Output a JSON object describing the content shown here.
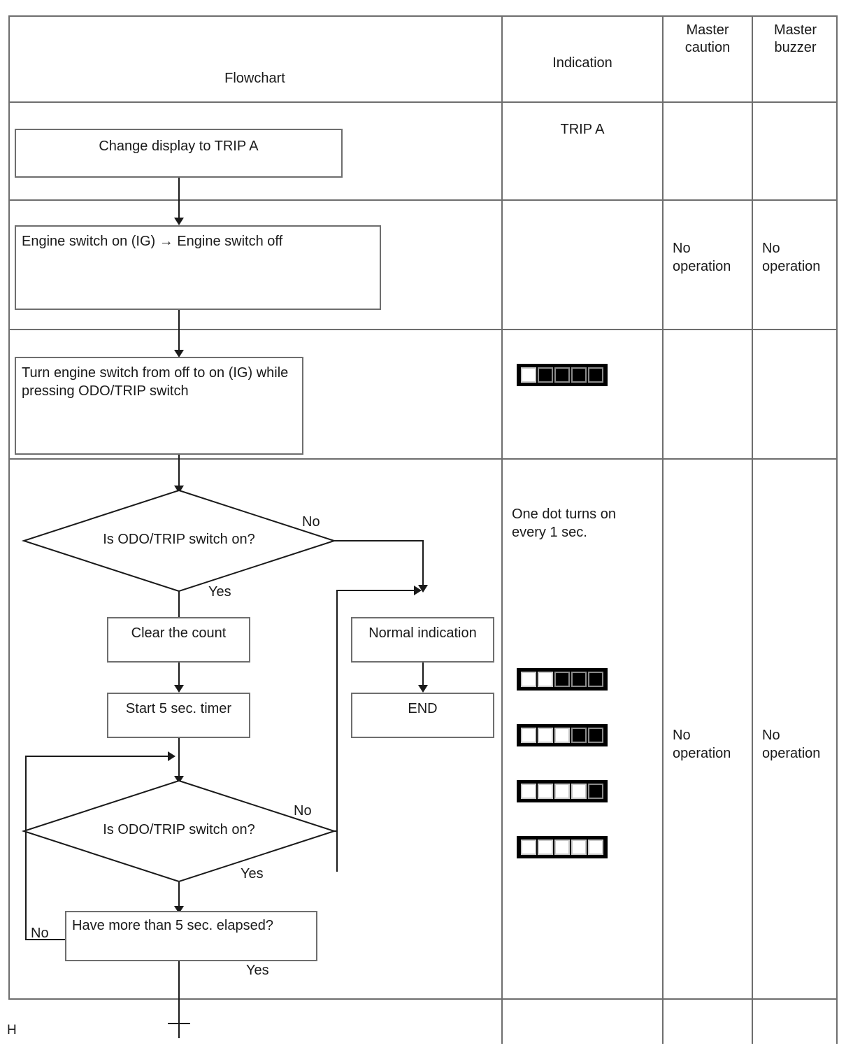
{
  "page": {
    "mark": "H"
  },
  "table": {
    "headers": [
      {
        "key": "flowchart",
        "label": "Flowchart"
      },
      {
        "key": "indication",
        "label": "Indication"
      },
      {
        "key": "master_caution",
        "label": "Master\ncaution"
      },
      {
        "key": "master_buzzer",
        "label": "Master\nbuzzer"
      }
    ],
    "rows": [
      {
        "indication": "TRIP A",
        "master_caution": "",
        "master_buzzer": ""
      },
      {
        "indication": "",
        "master_caution": "No\noperation",
        "master_buzzer": "No\noperation"
      },
      {
        "indication": "",
        "master_caution": "",
        "master_buzzer": ""
      },
      {
        "indication": "One dot turns on\nevery 1 sec.",
        "master_caution": "No\noperation",
        "master_buzzer": "No\noperation"
      }
    ]
  },
  "flowchart": {
    "nodes": [
      {
        "id": "n1",
        "type": "process",
        "text": "Change display to TRIP A"
      },
      {
        "id": "n2",
        "type": "process",
        "text": "Engine switch on (IG) → Engine switch off"
      },
      {
        "id": "n3",
        "type": "process",
        "text": "Turn engine switch from off to on (IG)\nwhile pressing ODO/TRIP switch"
      },
      {
        "id": "d1",
        "type": "decision",
        "text": "Is ODO/TRIP switch on?"
      },
      {
        "id": "n4",
        "type": "process",
        "text": "Clear the count"
      },
      {
        "id": "n5",
        "type": "process",
        "text": "Start 5 sec. timer"
      },
      {
        "id": "n6",
        "type": "process",
        "text": "Normal indication"
      },
      {
        "id": "n7",
        "type": "terminal",
        "text": "END"
      },
      {
        "id": "d2",
        "type": "decision",
        "text": "Is ODO/TRIP switch on?"
      },
      {
        "id": "n8",
        "type": "process",
        "text": "Have more than 5 sec. elapsed?"
      }
    ],
    "edge_labels": {
      "d1_no": "No",
      "d1_yes": "Yes",
      "d2_no": "No",
      "d2_yes": "Yes",
      "n8_no": "No",
      "n8_yes": "Yes"
    }
  },
  "indicators": [
    {
      "id": "ind1",
      "lit": 1,
      "total": 5
    },
    {
      "id": "ind2",
      "lit": 2,
      "total": 5
    },
    {
      "id": "ind3",
      "lit": 3,
      "total": 5
    },
    {
      "id": "ind4",
      "lit": 4,
      "total": 5
    },
    {
      "id": "ind5",
      "lit": 5,
      "total": 5
    }
  ],
  "colors": {
    "grid": "#6e6e6e",
    "ink": "#1a1a1a",
    "indicator_bg": "#000000",
    "indicator_on": "#ffffff",
    "indicator_off": "#000000",
    "indicator_cell_border": "#8a8a8a"
  }
}
